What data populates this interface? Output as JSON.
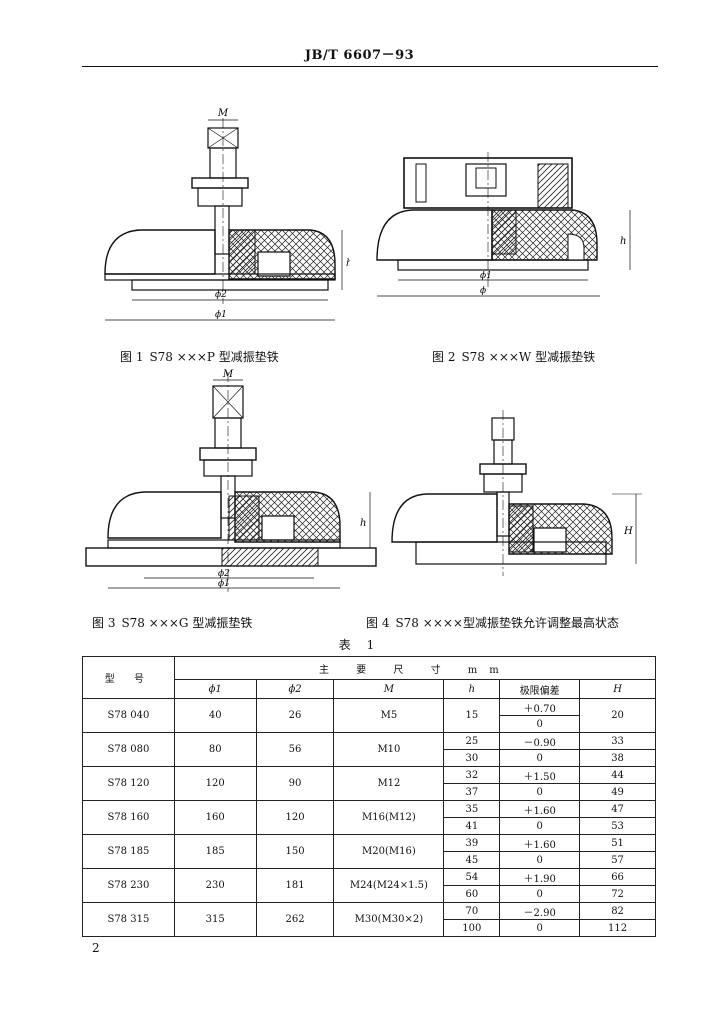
{
  "header": "JB/T 6607－93",
  "figures": [
    {
      "number": "图 1",
      "text": "S78 ×××P 型减振垫铁",
      "labels": {
        "m": "M",
        "h": "h",
        "d2": "ϕ2",
        "d1": "ϕ1"
      }
    },
    {
      "number": "图 2",
      "text": "S78 ×××W 型减振垫铁",
      "labels": {
        "h": "h",
        "d1": "ϕ1",
        "d": "ϕ"
      }
    },
    {
      "number": "图 3",
      "text": "S78 ×××G 型减振垫铁",
      "labels": {
        "m": "M",
        "h": "h",
        "d2": "ϕ2",
        "d1": "ϕ1"
      }
    },
    {
      "number": "图 4",
      "text": "S78 ××××型减振垫铁允许调整最高状态",
      "labels": {
        "h": "H"
      }
    }
  ],
  "table_caption": "表 1",
  "table": {
    "model_header": "型 号",
    "main_header": "主 要 尺 寸 mm",
    "columns": [
      "ϕ1",
      "ϕ2",
      "M",
      "h",
      "极限偏差",
      "H"
    ],
    "rows": [
      {
        "model": "S78 040",
        "d1": "40",
        "d2": "26",
        "m": "M5",
        "h": [
          "15"
        ],
        "dev_up": "＋0.70",
        "dev_lo": "0",
        "H": [
          "20"
        ]
      },
      {
        "model": "S78 080",
        "d1": "80",
        "d2": "56",
        "m": "M10",
        "h": [
          "25",
          "30"
        ],
        "dev_up": "－0.90",
        "dev_lo": "0",
        "H": [
          "33",
          "38"
        ]
      },
      {
        "model": "S78 120",
        "d1": "120",
        "d2": "90",
        "m": "M12",
        "h": [
          "32",
          "37"
        ],
        "dev_up": "＋1.50",
        "dev_lo": "0",
        "H": [
          "44",
          "49"
        ]
      },
      {
        "model": "S78 160",
        "d1": "160",
        "d2": "120",
        "m": "M16(M12)",
        "h": [
          "35",
          "41"
        ],
        "dev_up": "＋1.60",
        "dev_lo": "0",
        "H": [
          "47",
          "53"
        ]
      },
      {
        "model": "S78 185",
        "d1": "185",
        "d2": "150",
        "m": "M20(M16)",
        "h": [
          "39",
          "45"
        ],
        "dev_up": "＋1.60",
        "dev_lo": "0",
        "H": [
          "51",
          "57"
        ]
      },
      {
        "model": "S78 230",
        "d1": "230",
        "d2": "181",
        "m": "M24(M24×1.5)",
        "h": [
          "54",
          "60"
        ],
        "dev_up": "＋1.90",
        "dev_lo": "0",
        "H": [
          "66",
          "72"
        ]
      },
      {
        "model": "S78 315",
        "d1": "315",
        "d2": "262",
        "m": "M30(M30×2)",
        "h": [
          "70",
          "100"
        ],
        "dev_up": "－2.90",
        "dev_lo": "0",
        "H": [
          "82",
          "112"
        ]
      }
    ]
  },
  "page_number": "2"
}
